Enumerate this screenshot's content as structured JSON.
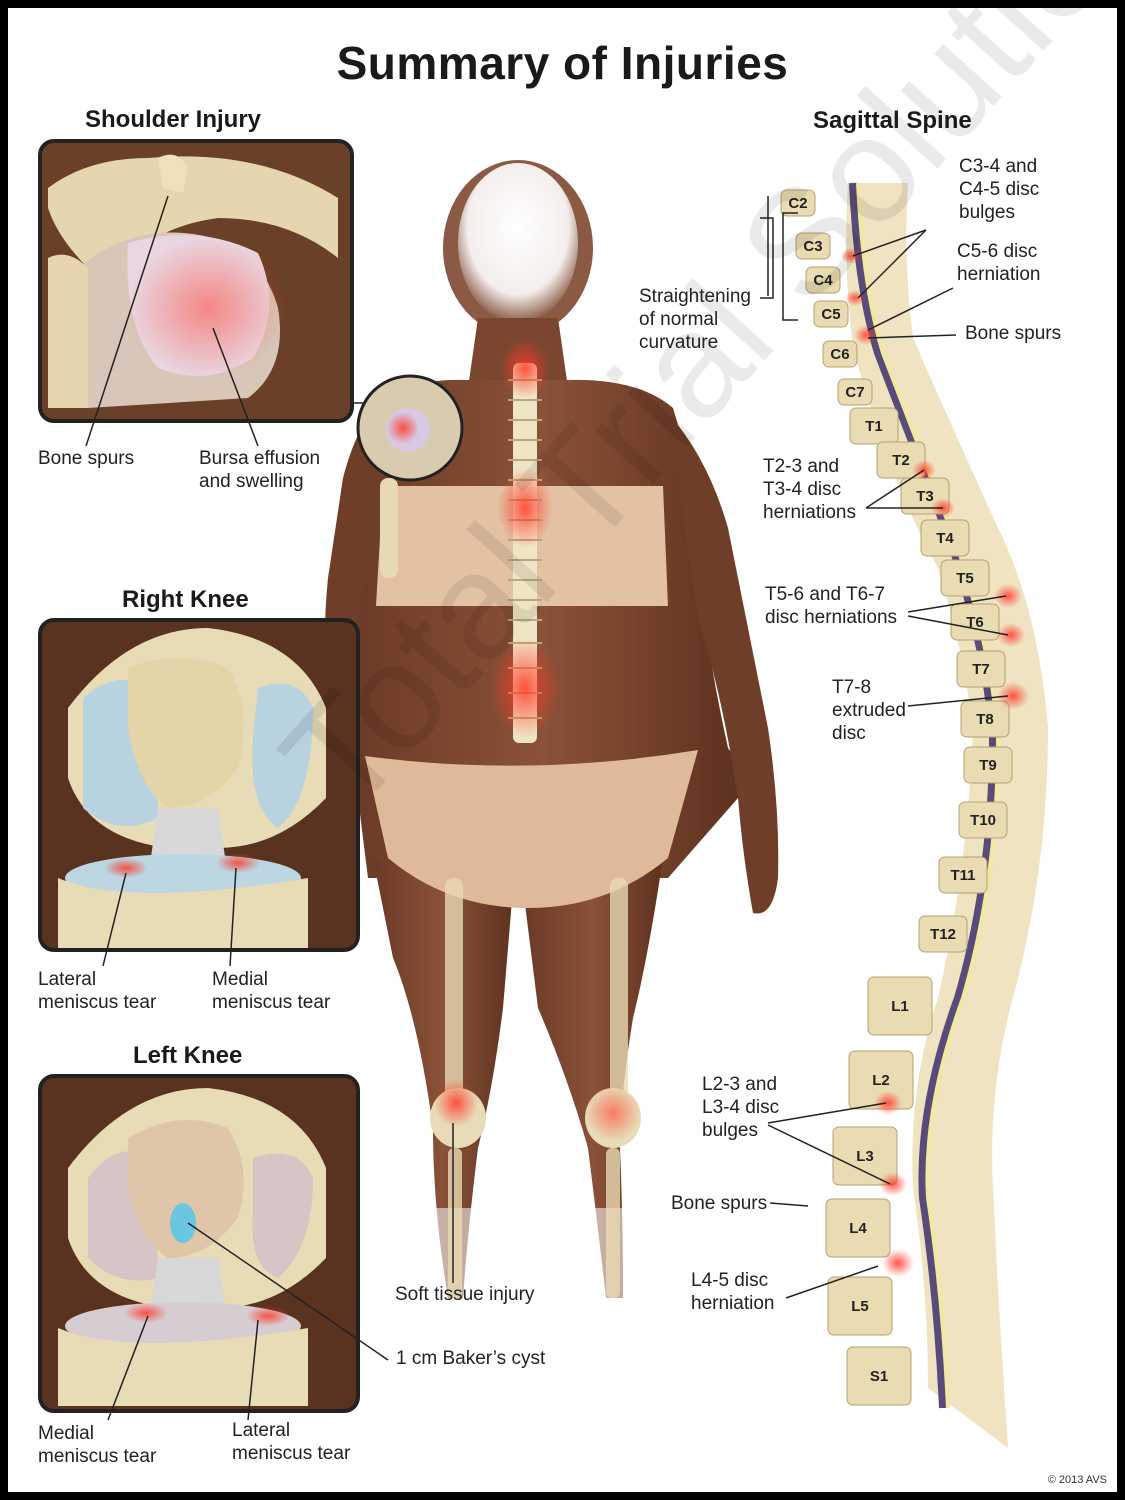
{
  "title": "Summary of Injuries",
  "sections": {
    "shoulder": "Shoulder Injury",
    "right_knee": "Right Knee",
    "left_knee": "Left Knee",
    "spine": "Sagittal Spine"
  },
  "labels": {
    "shoulder_bone_spurs": "Bone spurs",
    "bursa_1": "Bursa effusion",
    "bursa_2": "and swelling",
    "rk_lateral_1": "Lateral",
    "rk_lateral_2": "meniscus tear",
    "rk_medial_1": "Medial",
    "rk_medial_2": "meniscus tear",
    "lk_medial_1": "Medial",
    "lk_medial_2": "meniscus tear",
    "lk_lateral_1": "Lateral",
    "lk_lateral_2": "meniscus tear",
    "bakers_cyst": "1 cm Baker’s cyst",
    "soft_tissue": "Soft tissue injury",
    "straight_1": "Straightening",
    "straight_2": "of normal",
    "straight_3": "curvature",
    "c34_1": "C3-4 and",
    "c34_2": "C4-5 disc",
    "c34_3": "bulges",
    "c56_1": "C5-6 disc",
    "c56_2": "herniation",
    "spine_bone_spurs_upper": "Bone spurs",
    "t23_1": "T2-3 and",
    "t23_2": "T3-4 disc",
    "t23_3": "herniations",
    "t56_1": "T5-6 and T6-7",
    "t56_2": "disc herniations",
    "t78_1": "T7-8",
    "t78_2": "extruded",
    "t78_3": "disc",
    "l23_1": "L2-3 and",
    "l23_2": "L3-4 disc",
    "l23_3": "bulges",
    "spine_bone_spurs_lower": "Bone spurs",
    "l45_1": "L4-5 disc",
    "l45_2": "herniation"
  },
  "vertebrae": [
    "C2",
    "C3",
    "C4",
    "C5",
    "C6",
    "C7",
    "T1",
    "T2",
    "T3",
    "T4",
    "T5",
    "T6",
    "T7",
    "T8",
    "T9",
    "T10",
    "T11",
    "T12",
    "L1",
    "L2",
    "L3",
    "L4",
    "L5",
    "S1"
  ],
  "watermark": "Total Trial Solutions",
  "copyright": "© 2013 AVS",
  "colors": {
    "skin": "#7a4630",
    "bone": "#e8dcb8",
    "cartilage": "#b8d4e0",
    "injury": "#e04848",
    "panel_bg": "#5a3220"
  }
}
